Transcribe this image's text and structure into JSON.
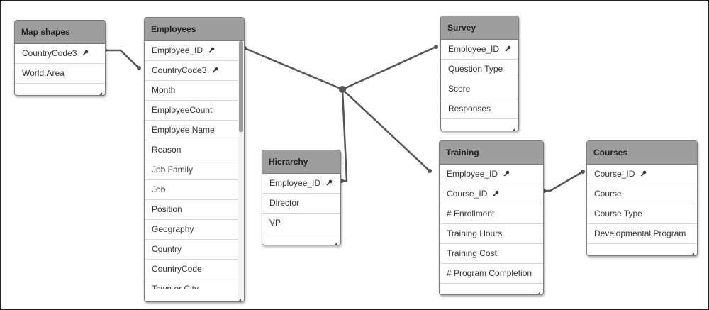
{
  "tables": [
    {
      "id": "map-shapes",
      "title": "Map shapes",
      "fields": [
        {
          "name": "CountryCode3",
          "key": true
        },
        {
          "name": "World.Area",
          "key": false
        }
      ]
    },
    {
      "id": "employees",
      "title": "Employees",
      "fields": [
        {
          "name": "Employee_ID",
          "key": true
        },
        {
          "name": "CountryCode3",
          "key": true
        },
        {
          "name": "Month",
          "key": false
        },
        {
          "name": "EmployeeCount",
          "key": false
        },
        {
          "name": "Employee Name",
          "key": false
        },
        {
          "name": "Reason",
          "key": false
        },
        {
          "name": "Job Family",
          "key": false
        },
        {
          "name": "Job",
          "key": false
        },
        {
          "name": "Position",
          "key": false
        },
        {
          "name": "Geography",
          "key": false
        },
        {
          "name": "Country",
          "key": false
        },
        {
          "name": "CountryCode",
          "key": false
        },
        {
          "name": "Town or City",
          "key": false
        }
      ]
    },
    {
      "id": "hierarchy",
      "title": "Hierarchy",
      "fields": [
        {
          "name": "Employee_ID",
          "key": true
        },
        {
          "name": "Director",
          "key": false
        },
        {
          "name": "VP",
          "key": false
        }
      ]
    },
    {
      "id": "survey",
      "title": "Survey",
      "fields": [
        {
          "name": "Employee_ID",
          "key": true
        },
        {
          "name": "Question Type",
          "key": false
        },
        {
          "name": "Score",
          "key": false
        },
        {
          "name": "Responses",
          "key": false
        }
      ]
    },
    {
      "id": "training",
      "title": "Training",
      "fields": [
        {
          "name": "Employee_ID",
          "key": true
        },
        {
          "name": "Course_ID",
          "key": true
        },
        {
          "name": "# Enrollment",
          "key": false
        },
        {
          "name": "Training Hours",
          "key": false
        },
        {
          "name": "Training Cost",
          "key": false
        },
        {
          "name": "# Program Completion",
          "key": false
        }
      ]
    },
    {
      "id": "courses",
      "title": "Courses",
      "fields": [
        {
          "name": "Course_ID",
          "key": true
        },
        {
          "name": "Course",
          "key": false
        },
        {
          "name": "Course Type",
          "key": false
        },
        {
          "name": "Developmental Program",
          "key": false
        }
      ]
    }
  ],
  "icons": {
    "key": "key-icon",
    "resize": "resize-grip-icon"
  },
  "colors": {
    "header": "#9e9e9e",
    "link": "#555555"
  }
}
